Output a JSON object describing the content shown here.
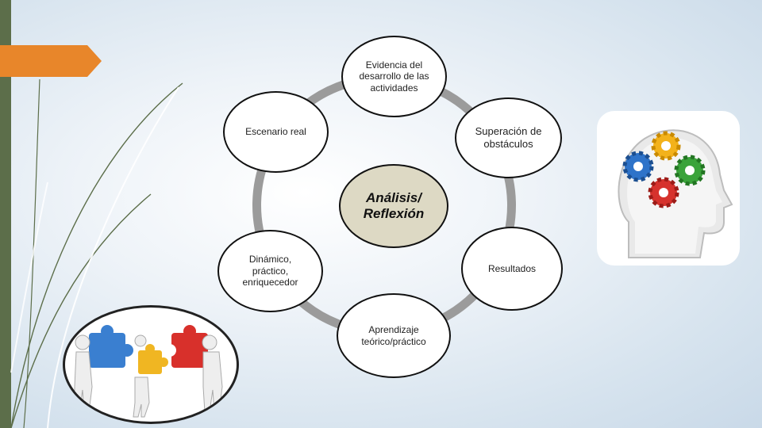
{
  "diagram": {
    "center_label": "Análisis/ Reflexión",
    "nodes": {
      "top": "Evidencia del desarrollo de las actividades",
      "upper_right": "Superación de obstáculos",
      "lower_right": "Resultados",
      "bottom": "Aprendizaje teórico/práctico",
      "lower_left": "Dinámico, práctico, enriquecedor",
      "upper_left": "Escenario real"
    }
  },
  "colors": {
    "left_bar": "#5c6e4a",
    "orange_tab": "#e8862a",
    "ring": "#9b9b9b",
    "center_fill": "#ddd9c4"
  },
  "images": {
    "head": "head-with-gears-icon",
    "puzzle": "people-assembling-puzzle-icon"
  }
}
